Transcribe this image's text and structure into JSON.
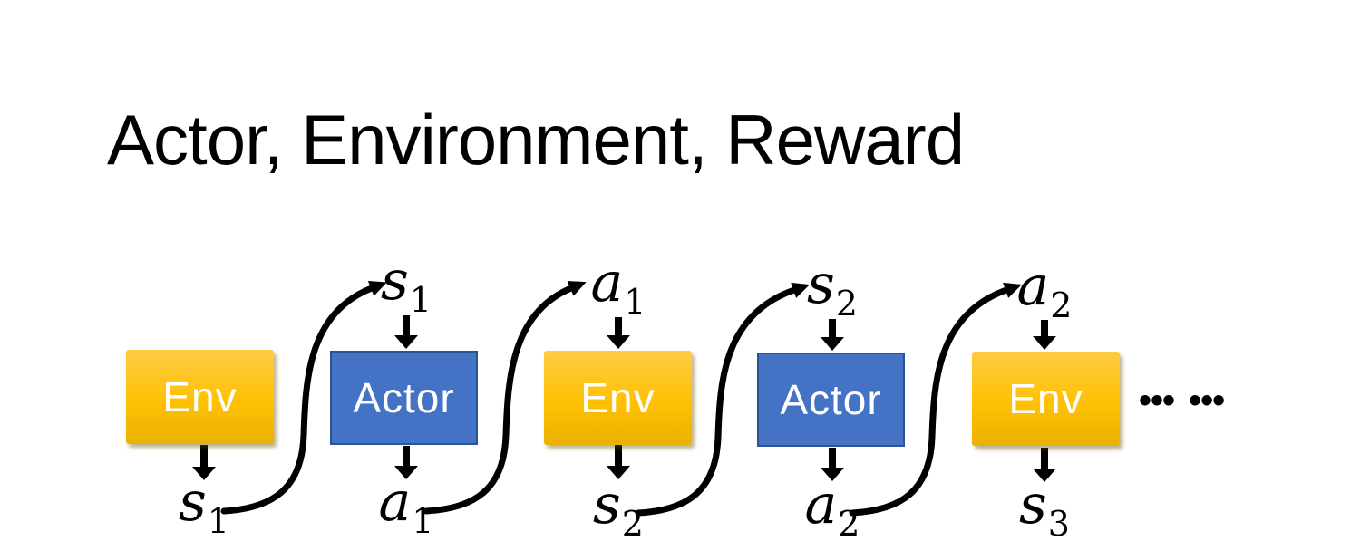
{
  "title": "Actor, Environment, Reward",
  "colors": {
    "background": "#FFFFFF",
    "title_text": "#000000",
    "env_gradient_top": "#FECB45",
    "env_gradient_mid": "#FFC103",
    "env_gradient_bottom": "#E9B103",
    "actor_fill": "#4472C4",
    "actor_border": "#2E5394",
    "box_text": "#FFFFFF",
    "arrow": "#000000",
    "label_text": "#000000"
  },
  "diagram": {
    "boxes": [
      {
        "label": "Env",
        "type": "env"
      },
      {
        "label": "Actor",
        "type": "actor"
      },
      {
        "label": "Env",
        "type": "env"
      },
      {
        "label": "Actor",
        "type": "actor"
      },
      {
        "label": "Env",
        "type": "env"
      }
    ],
    "top_labels": [
      {
        "base": "s",
        "sub": "1"
      },
      {
        "base": "a",
        "sub": "1"
      },
      {
        "base": "s",
        "sub": "2"
      },
      {
        "base": "a",
        "sub": "2"
      }
    ],
    "bottom_labels": [
      {
        "base": "s",
        "sub": "1"
      },
      {
        "base": "a",
        "sub": "1"
      },
      {
        "base": "s",
        "sub": "2"
      },
      {
        "base": "a",
        "sub": "2"
      },
      {
        "base": "s",
        "sub": "3"
      }
    ],
    "ellipsis": "••• •••"
  }
}
